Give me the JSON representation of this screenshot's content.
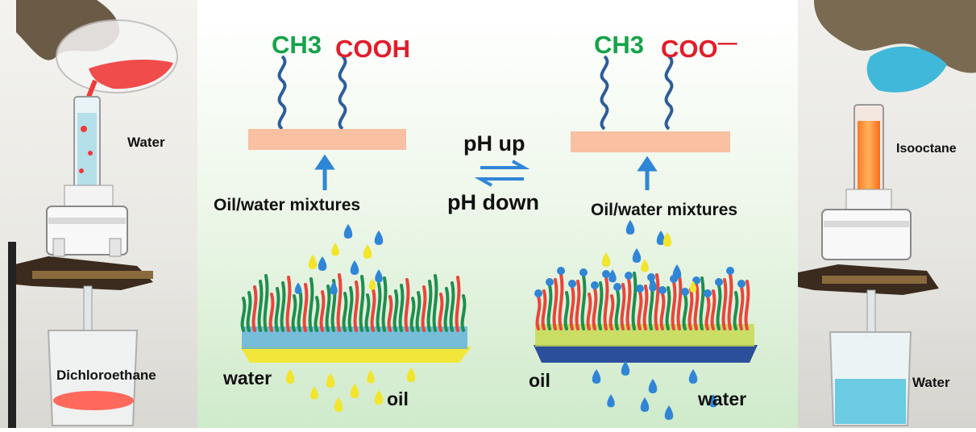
{
  "photo_left": {
    "label_top": "Water",
    "label_bottom": "Dichloroethane"
  },
  "photo_right": {
    "label_top": "Isooctane",
    "label_bottom": "Water"
  },
  "left_state": {
    "group_ch3": "CH3",
    "group_acid": "COOH",
    "caption": "Oil/water mixtures",
    "passes_label": "water",
    "retained_label": "oil",
    "chain_colors": {
      "ch3": "#1f8e4e",
      "acid": "#e8453c"
    },
    "membrane_color": "#f9c0a2",
    "drop_color_pass": "#2f86d6",
    "drop_color_block": "#f2e52b"
  },
  "right_state": {
    "group_ch3": "CH3",
    "group_acid": "COO",
    "charge_sign": "—",
    "caption": "Oil/water mixtures",
    "passes_label": "oil",
    "retained_label": "water"
  },
  "switch": {
    "top_label": "pH up",
    "bottom_label": "pH down",
    "arrow_color": "#2f86d6"
  },
  "colors": {
    "ch3_text": "#16a34a",
    "acid_text": "#e11d2a",
    "chain": "#2b5d9c",
    "panel_bg": "#dcf0d6"
  }
}
